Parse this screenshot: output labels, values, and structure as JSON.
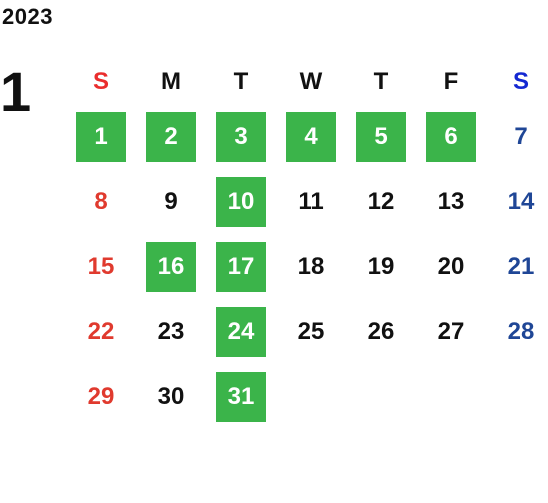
{
  "year": "2023",
  "month": "1",
  "colors": {
    "highlight": "#3bb44a",
    "sunday": "#e03a2e",
    "saturday": "#1f4696",
    "weekday": "#111111"
  },
  "weekdays": [
    "S",
    "M",
    "T",
    "W",
    "T",
    "F",
    "S"
  ],
  "weeks": [
    [
      "1",
      "2",
      "3",
      "4",
      "5",
      "6",
      "7"
    ],
    [
      "8",
      "9",
      "10",
      "11",
      "12",
      "13",
      "14"
    ],
    [
      "15",
      "16",
      "17",
      "18",
      "19",
      "20",
      "21"
    ],
    [
      "22",
      "23",
      "24",
      "25",
      "26",
      "27",
      "28"
    ],
    [
      "29",
      "30",
      "31",
      "",
      "",
      "",
      ""
    ]
  ],
  "highlighted_days": [
    "1",
    "2",
    "3",
    "4",
    "5",
    "6",
    "10",
    "16",
    "17",
    "24",
    "31"
  ]
}
